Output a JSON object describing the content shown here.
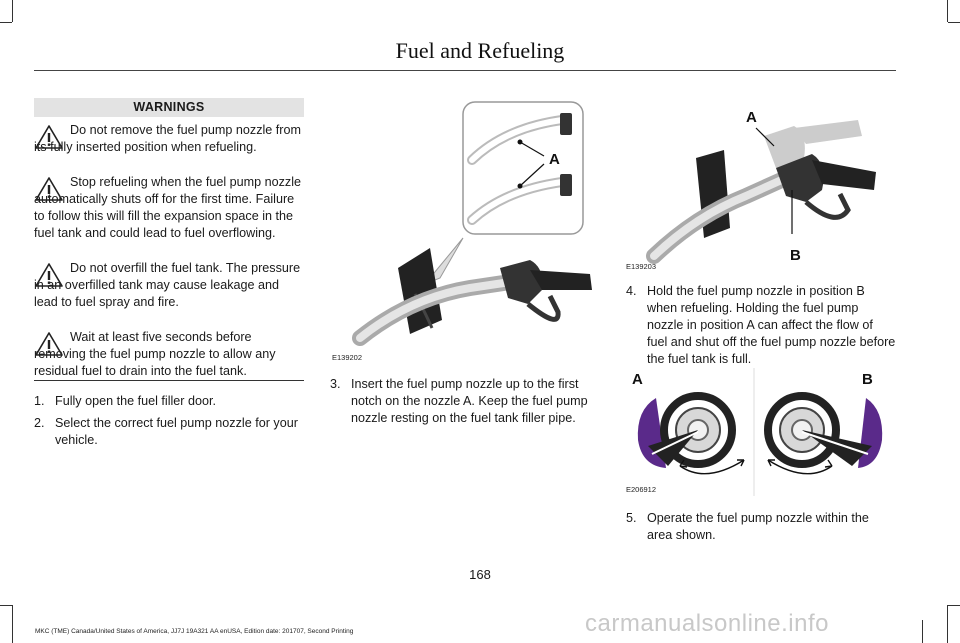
{
  "header": {
    "title": "Fuel and Refueling"
  },
  "warnings": {
    "heading": "WARNINGS",
    "items": [
      "Do not remove the fuel pump nozzle from its fully inserted position when refueling.",
      "Stop refueling when the fuel pump nozzle automatically shuts off for the first time. Failure to follow this will fill the expansion space in the fuel tank and could lead to fuel overflowing.",
      "Do not overfill the fuel tank. The pressure in an overfilled tank may cause leakage and lead to fuel spray and fire.",
      "Wait at least five seconds before removing the fuel pump nozzle to allow any residual fuel to drain into the fuel tank."
    ]
  },
  "steps": [
    {
      "num": "1.",
      "text": "Fully open the fuel filler door."
    },
    {
      "num": "2.",
      "text": "Select the correct fuel pump nozzle for your vehicle."
    },
    {
      "num": "3.",
      "text": "Insert the fuel pump nozzle up to the first notch on the nozzle A.  Keep the fuel pump nozzle resting on the fuel tank filler pipe."
    },
    {
      "num": "4.",
      "text": "Hold the fuel pump nozzle in position B when refueling.  Holding the fuel pump nozzle in position A can affect the flow of fuel and shut off the fuel pump nozzle before the fuel tank is full."
    },
    {
      "num": "5.",
      "text": "Operate the fuel pump nozzle within the area shown."
    }
  ],
  "figures": {
    "fig1": {
      "code": "E139202",
      "label_a": "A"
    },
    "fig2": {
      "code": "E139203",
      "label_a": "A",
      "label_b": "B"
    },
    "fig3": {
      "code": "E206912",
      "label_a": "A",
      "label_b": "B"
    }
  },
  "page_number": "168",
  "footer": "MKC (TME) Canada/United States of America, JJ7J 19A321 AA enUSA, Edition date: 201707, Second Printing",
  "watermark": "carmanualsonline.info"
}
